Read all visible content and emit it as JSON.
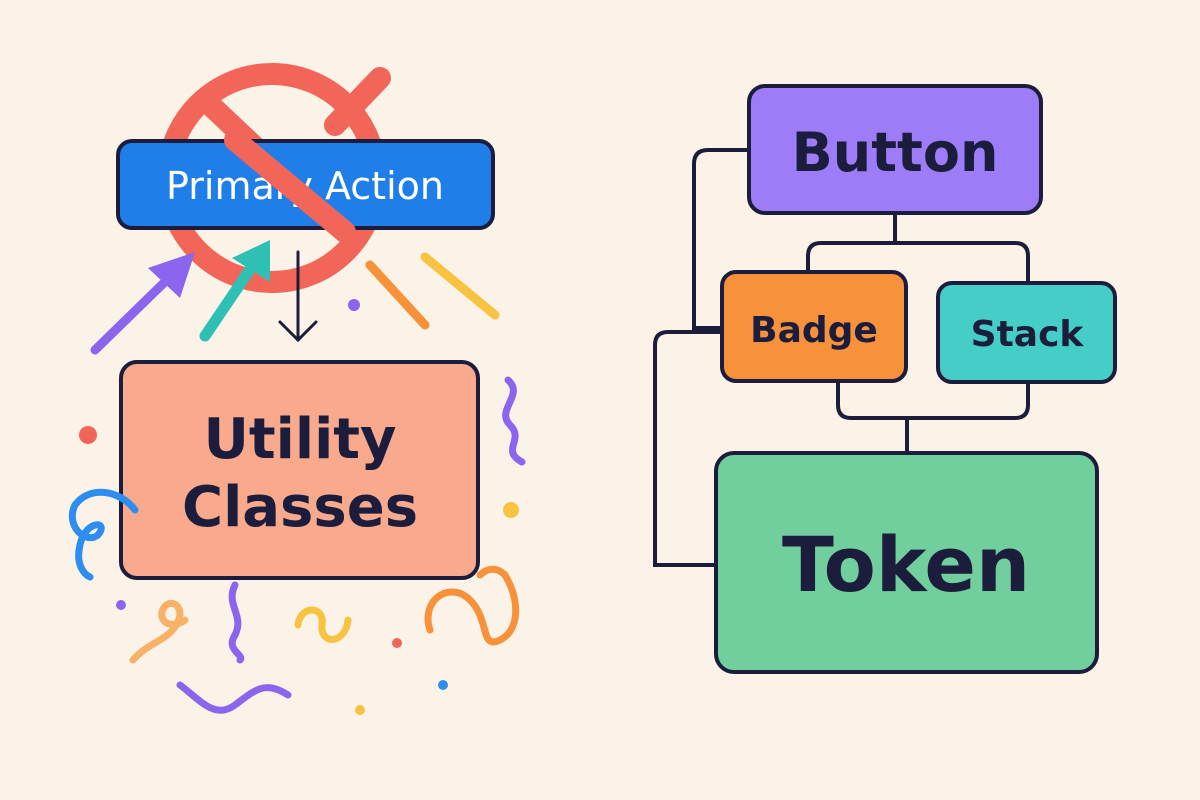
{
  "left": {
    "primary_button_label": "Primary Action",
    "utility_box_line1": "Utility",
    "utility_box_line2": "Classes"
  },
  "right": {
    "nodes": {
      "button": "Button",
      "badge": "Badge",
      "stack": "Stack",
      "token": "Token"
    }
  },
  "colors": {
    "background": "#fbf3e8",
    "outline": "#1c1c3c",
    "primary_blue": "#1f7ee8",
    "prohibit_red": "#f2665a",
    "utility_box": "#f9aa8c",
    "button_node": "#9c7df7",
    "badge_node": "#f7923a",
    "stack_node": "#45cdc8",
    "token_node": "#70cf9d"
  }
}
